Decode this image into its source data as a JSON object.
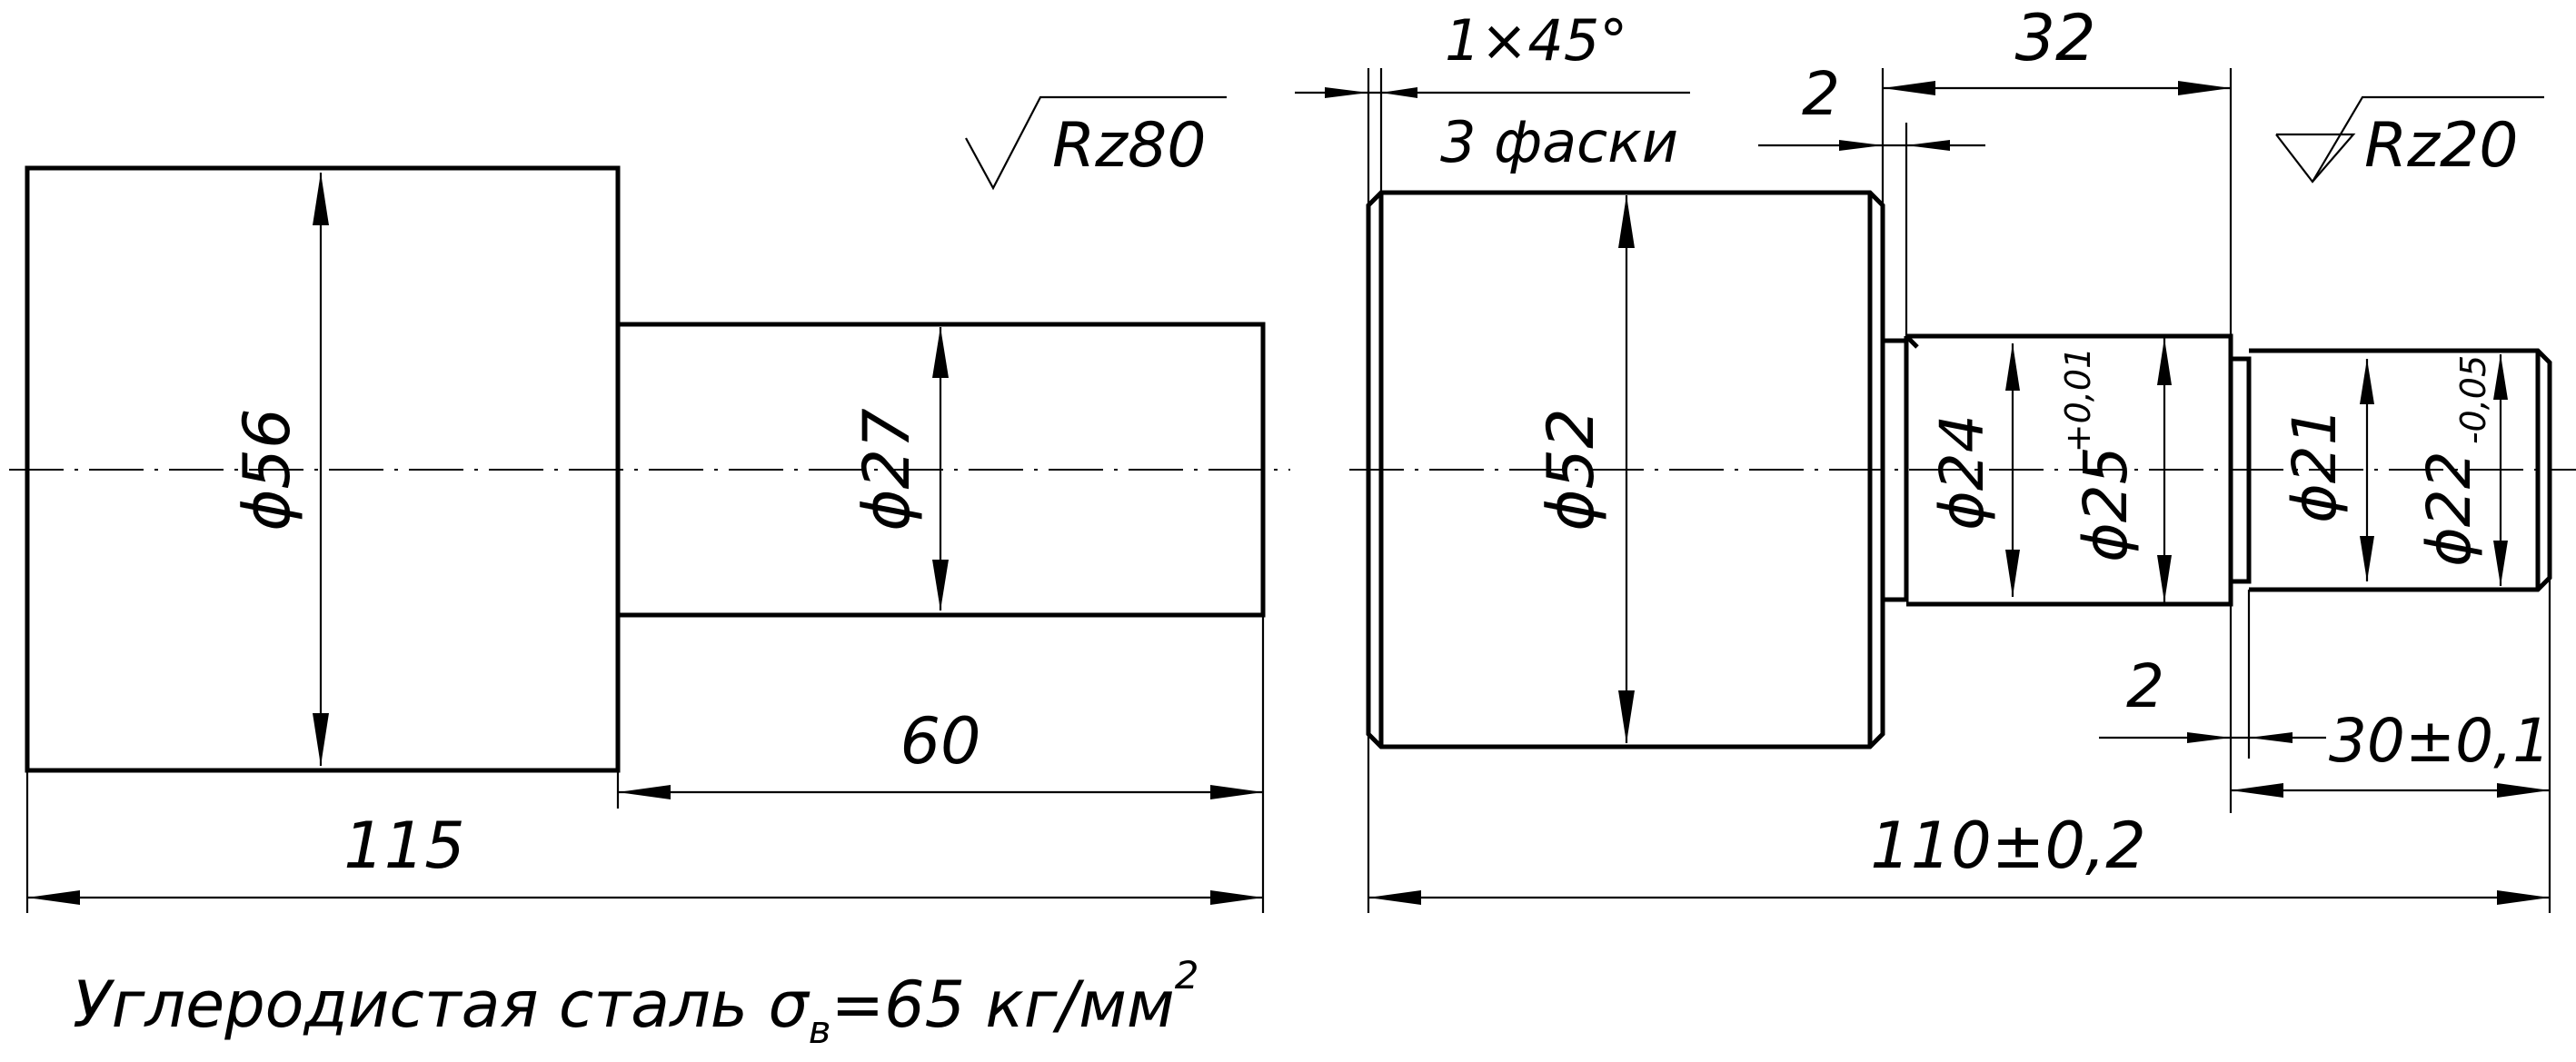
{
  "left_part": {
    "dim_diameter_large": "ϕ56",
    "dim_diameter_small": "ϕ27",
    "dim_step_length": "60",
    "dim_total_length": "115",
    "roughness": "Rz80"
  },
  "right_part": {
    "chamfer_size": "1×45°",
    "chamfer_note": "3 фаски",
    "dim_groove_1": "2",
    "dim_step_length": "32",
    "dim_groove_2": "2",
    "dim_end_length": "30±0,1",
    "dim_total_length": "110±0,2",
    "roughness": "Rz20",
    "dim_d52": "ϕ52",
    "dim_d24": "ϕ24",
    "dim_d25": "ϕ25",
    "dim_d25_tol": "+0,01",
    "dim_d21": "ϕ21",
    "dim_d22": "ϕ22",
    "dim_d22_tol": "-0,05"
  },
  "material": {
    "text": "Углеродистая сталь σ",
    "subscript": "в",
    "value": "=65 кг/мм",
    "superscript": "2"
  }
}
